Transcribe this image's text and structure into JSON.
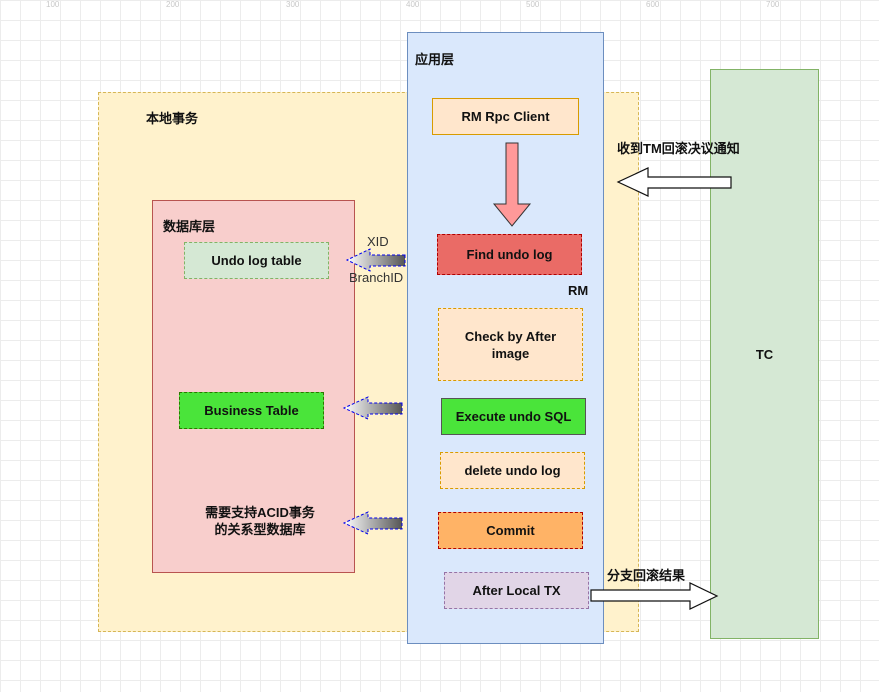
{
  "ruler": [
    "100",
    "200",
    "300",
    "400",
    "500",
    "600",
    "700"
  ],
  "containers": {
    "local_tx_label": "本地事务",
    "db_layer_label": "数据库层",
    "app_layer_label": "应用层",
    "tc_label": "TC"
  },
  "db_boxes": {
    "undo_log_table": "Undo log table",
    "business_table": "Business Table",
    "acid_note_line1": "需要支持ACID事务",
    "acid_note_line2": "的关系型数据库"
  },
  "app_boxes": {
    "rm_rpc_client": "RM Rpc Client",
    "find_undo_log": "Find undo log",
    "rm_label": "RM",
    "check_after_image": "Check by After image",
    "execute_undo_sql": "Execute undo SQL",
    "delete_undo_log": "delete undo log",
    "commit": "Commit",
    "after_local_tx": "After Local TX"
  },
  "edge_labels": {
    "xid": "XID",
    "branch_id": "BranchID",
    "receive_rollback_notice": "收到TM回滚决议通知",
    "branch_rollback_result": "分支回滚结果"
  },
  "colors": {
    "local_tx_fill": "#fff2cc",
    "local_tx_border": "#d6b656",
    "db_layer_fill": "#f8cecc",
    "db_layer_border": "#b85450",
    "app_layer_fill": "#dae8fc",
    "app_layer_border": "#6c8ebf",
    "tc_fill": "#d5e8d4",
    "tc_border": "#82b366",
    "orange_light": "#ffe6cc",
    "red_box": "#ea6b66",
    "green_box": "#4ae43a",
    "commit_box": "#ffb366",
    "purple_box": "#e1d5e7"
  }
}
